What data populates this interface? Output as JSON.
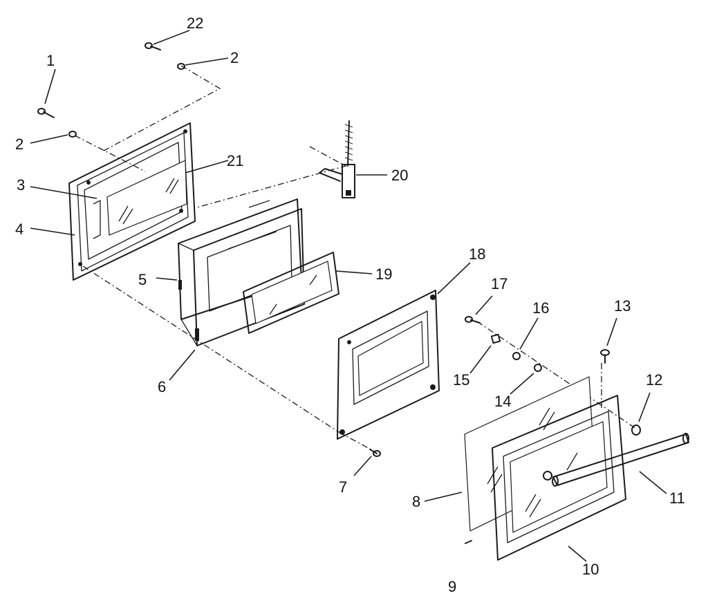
{
  "diagram": {
    "parts": [
      {
        "id": "1",
        "label": "1"
      },
      {
        "id": "2a",
        "label": "2"
      },
      {
        "id": "2b",
        "label": "2"
      },
      {
        "id": "3",
        "label": "3"
      },
      {
        "id": "4",
        "label": "4"
      },
      {
        "id": "5",
        "label": "5"
      },
      {
        "id": "6",
        "label": "6"
      },
      {
        "id": "7",
        "label": "7"
      },
      {
        "id": "8",
        "label": "8"
      },
      {
        "id": "9",
        "label": "9"
      },
      {
        "id": "10",
        "label": "10"
      },
      {
        "id": "11",
        "label": "11"
      },
      {
        "id": "12",
        "label": "12"
      },
      {
        "id": "13",
        "label": "13"
      },
      {
        "id": "14",
        "label": "14"
      },
      {
        "id": "15",
        "label": "15"
      },
      {
        "id": "16",
        "label": "16"
      },
      {
        "id": "17",
        "label": "17"
      },
      {
        "id": "18",
        "label": "18"
      },
      {
        "id": "19",
        "label": "19"
      },
      {
        "id": "20",
        "label": "20"
      },
      {
        "id": "21",
        "label": "21"
      },
      {
        "id": "22",
        "label": "22"
      }
    ]
  }
}
